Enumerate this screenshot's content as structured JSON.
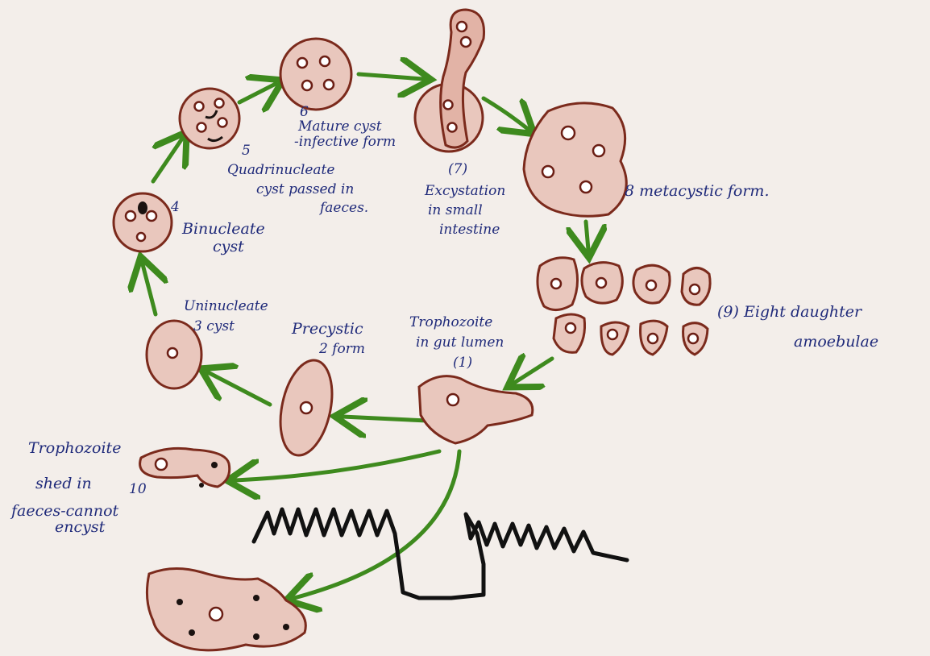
{
  "diagram": {
    "colors": {
      "paper": "#f3eeea",
      "ink": "#1f2a7a",
      "cell_outline": "#7b2a1c",
      "cell_fill": "#e9c7bd",
      "arrow": "#3e8a1e",
      "villi": "#111111"
    },
    "labels": {
      "mature_cyst_num": "6",
      "mature_cyst_1": "Mature cyst",
      "mature_cyst_2": "-infective form",
      "excystation_num": "(7)",
      "excystation_1": "Excystation",
      "excystation_2": "in small",
      "excystation_3": "intestine",
      "metacystic": "8 metacystic form.",
      "eight_daughter_1": "(9) Eight daughter",
      "eight_daughter_2": "amoebulae",
      "quadrinucleate_num": "5",
      "quadrinucleate_1": "Quadrinucleate",
      "quadrinucleate_2": "cyst passed in",
      "quadrinucleate_3": "faeces.",
      "binucleate_num": "4",
      "binucleate_1": "Binucleate",
      "binucleate_2": "cyst",
      "uninucleate_1": "Uninucleate",
      "uninucleate_2": "3 cyst",
      "precystic_1": "Precystic",
      "precystic_2": "2 form",
      "trophozoite_gut_1": "Trophozoite",
      "trophozoite_gut_2": "in gut lumen",
      "trophozoite_gut_num": "(1)",
      "trophozoite_shed_1": "Trophozoite",
      "trophozoite_shed_2": "shed in",
      "trophozoite_shed_num": "10",
      "trophozoite_shed_3": "faeces-cannot",
      "trophozoite_shed_4": "encyst"
    }
  }
}
